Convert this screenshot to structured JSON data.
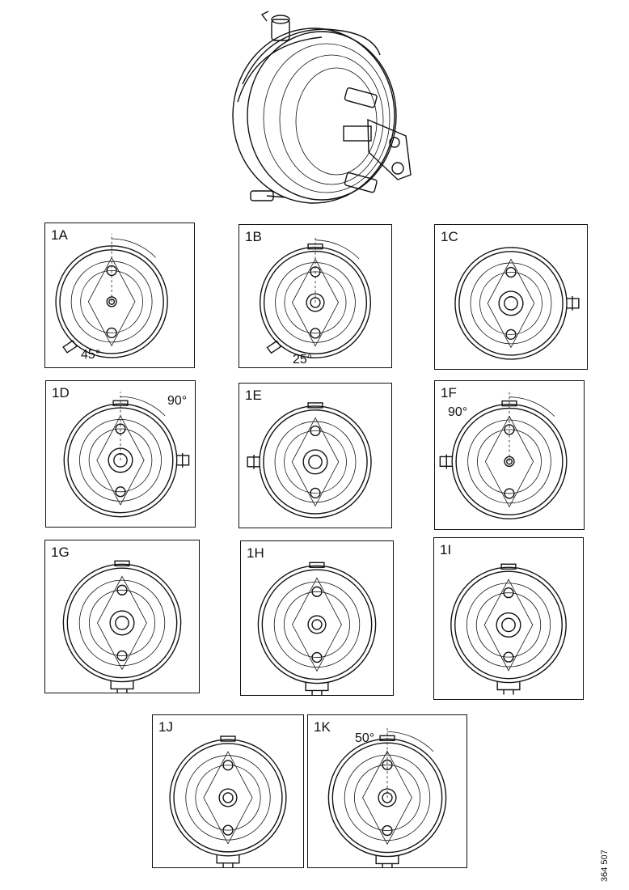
{
  "panels": [
    {
      "label": "1A",
      "angle": "45°",
      "clamp": "lower-left",
      "tab": "none",
      "hub": "small"
    },
    {
      "label": "1B",
      "angle": "25°",
      "clamp": "lower-left",
      "tab": "top",
      "hub": "medium"
    },
    {
      "label": "1C",
      "angle": "",
      "clamp": "right",
      "tab": "none",
      "hub": "large"
    },
    {
      "label": "1D",
      "angle": "90°",
      "clamp": "right",
      "tab": "top",
      "hub": "large"
    },
    {
      "label": "1E",
      "angle": "",
      "clamp": "left",
      "tab": "top",
      "hub": "large"
    },
    {
      "label": "1F",
      "angle": "90°",
      "clamp": "left",
      "tab": "top",
      "hub": "small"
    },
    {
      "label": "1G",
      "angle": "",
      "clamp": "bottom",
      "tab": "top",
      "hub": "large"
    },
    {
      "label": "1H",
      "angle": "",
      "clamp": "bottom",
      "tab": "top",
      "hub": "medium"
    },
    {
      "label": "1I",
      "angle": "",
      "clamp": "bottom",
      "tab": "top",
      "hub": "large"
    },
    {
      "label": "1J",
      "angle": "",
      "clamp": "bottom",
      "tab": "top",
      "hub": "medium"
    },
    {
      "label": "1K",
      "angle": "50°",
      "clamp": "bottom",
      "tab": "top",
      "hub": "medium"
    }
  ],
  "document_number": "364 507",
  "hero_illustration": "brake-chamber-illustration"
}
